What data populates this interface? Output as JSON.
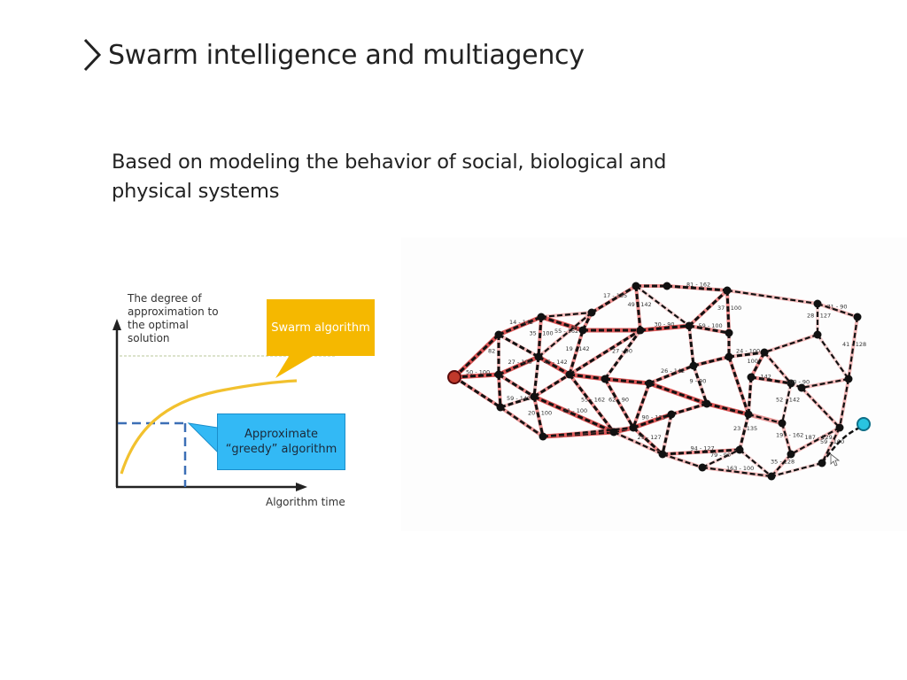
{
  "slide": {
    "title": "Swarm intelligence and multiagency",
    "subtitle": "Based on modeling the behavior of social, biological and physical systems"
  },
  "icons": {
    "title_marker": "chevron-right-icon",
    "cursor": "mouse-pointer-icon"
  },
  "colors": {
    "swarm_callout": "#f5b800",
    "greedy_callout": "#33b9f5",
    "swarm_curve": "#f2c12e",
    "greedy_lines": "#3c6fb6",
    "network_start_node": "#c0392b",
    "network_end_node": "#29c4e0"
  },
  "chart": {
    "y_axis_label": "The degree of approximation to the optimal solution",
    "x_axis_label": "Algorithm time",
    "swarm_label": "Swarm algorithm",
    "greedy_label": "Approximate “greedy” algorithm"
  },
  "network": {
    "edge_labels": [
      "50 - 100",
      "82",
      "14 - 142",
      "27 - 100",
      "59 - 142",
      "35 - 100",
      "20 - 100",
      "45 - 142",
      "19 - 142",
      "55 - 162",
      "31 - 100",
      "17 - 135",
      "49 - 142",
      "27 - 90",
      "62 - 90",
      "29 - 127",
      "30 - 90",
      "81 - 162",
      "26 - 142",
      "9 - 90",
      "90 - 135",
      "94 - 127",
      "23 - 135",
      "37 - 100",
      "59 - 100",
      "24 - 100",
      "100",
      "142",
      "52 - 142",
      "197 - 162",
      "35 - 128",
      "28 - 127",
      "71 - 90",
      "41 - 128",
      "100 - 90",
      "59 - 100",
      "187 - 129",
      "79 - 90",
      "163 - 100",
      "55 - 162"
    ]
  }
}
